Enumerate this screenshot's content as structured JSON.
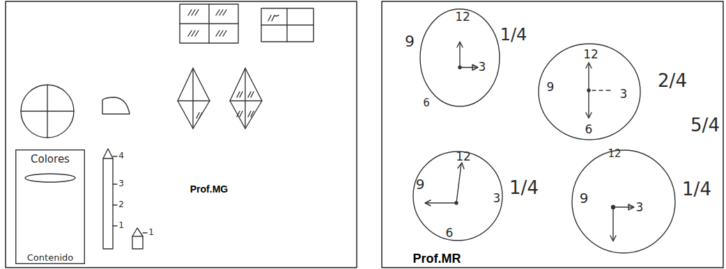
{
  "diagram": {
    "nodes": [
      {
        "text": [
          "Colores",
          "Contenido"
        ]
      },
      {
        "text": [
          "12",
          "9",
          "3",
          "6"
        ]
      },
      {
        "text": [
          "12",
          "9",
          "3",
          "6"
        ]
      },
      {
        "text": [
          "12",
          "9",
          "3",
          "6"
        ]
      },
      {
        "text": [
          "12",
          "9",
          "3"
        ]
      }
    ],
    "labels": [
      "4",
      "3",
      "2",
      "1",
      "1",
      "Prof.MG",
      "1/4",
      "2/4",
      "5/4",
      "1/4",
      "1/4",
      "Prof.MR"
    ]
  }
}
